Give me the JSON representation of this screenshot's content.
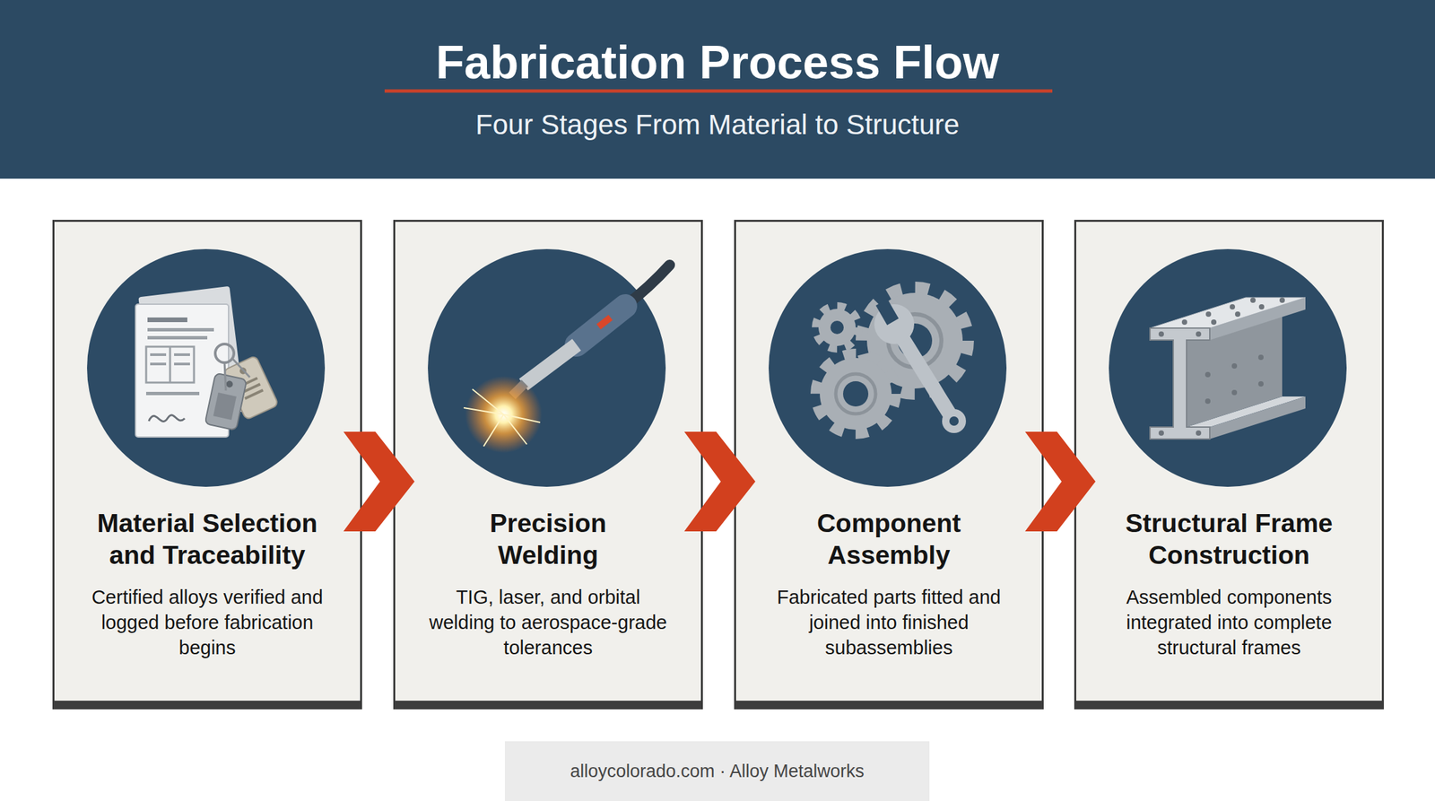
{
  "diagram": {
    "title": "Fabrication Process Flow",
    "caption": "alloycolorado.com · Alloy Metalworks",
    "nodes": [
      {
        "text": [
          "Material Selection and Traceability",
          "Certified alloys verified and logged before fabrication begins"
        ]
      },
      {
        "text": [
          "Precision Welding",
          "TIG, laser, and orbital welding to aerospace-grade tolerances"
        ]
      },
      {
        "text": [
          "Component Assembly",
          "Fabricated parts fitted and joined into finished subassemblies"
        ]
      },
      {
        "text": [
          "Structural Frame Construction",
          "Assembled components integrated into complete structural frames"
        ]
      }
    ],
    "edges": [
      {
        "from": 0,
        "to": 1,
        "arrow": "to"
      },
      {
        "from": 1,
        "to": 2,
        "arrow": "to"
      },
      {
        "from": 2,
        "to": 3,
        "arrow": "to"
      }
    ],
    "labels": [
      "Four Stages From Material to Structure"
    ]
  }
}
